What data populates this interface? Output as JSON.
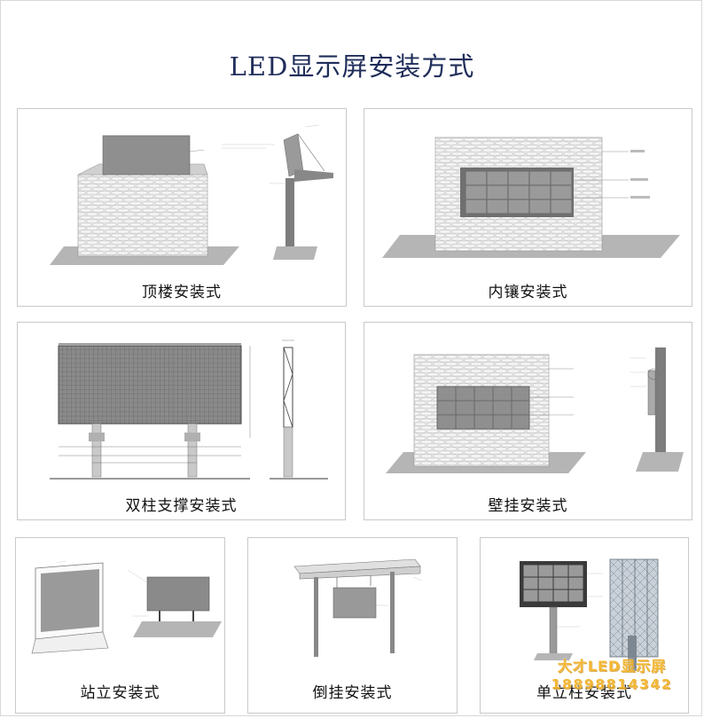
{
  "title": "LED显示屏安装方式",
  "cards": {
    "rooftop": {
      "caption": "顶楼安装式"
    },
    "embedded": {
      "caption": "内镶安装式"
    },
    "double_column": {
      "caption": "双柱支撑安装式"
    },
    "wall_mounted": {
      "caption": "壁挂安装式"
    },
    "standing": {
      "caption": "站立安装式"
    },
    "hanging": {
      "caption": "倒挂安装式"
    },
    "single_column": {
      "caption": "单立柱安装式"
    }
  },
  "watermark": {
    "brand": "大才LED显示屏",
    "phone": "18898814342"
  },
  "colors": {
    "title": "#1f2d5a",
    "screen": "#8f8f8f",
    "brick": "#dedede",
    "ground": "#b5b5b5",
    "watermark": "#f2b01e"
  }
}
